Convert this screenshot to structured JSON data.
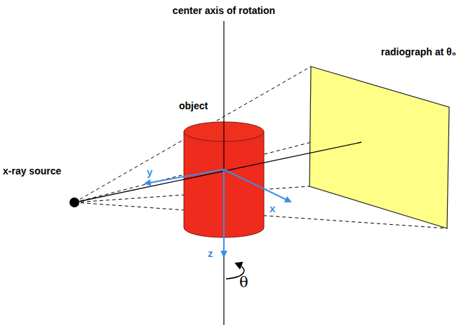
{
  "diagram": {
    "labels": [
      "center axis of rotation",
      "object",
      "x-ray source",
      "radiograph at θ₀",
      "y",
      "x",
      "z",
      "θ"
    ]
  }
}
